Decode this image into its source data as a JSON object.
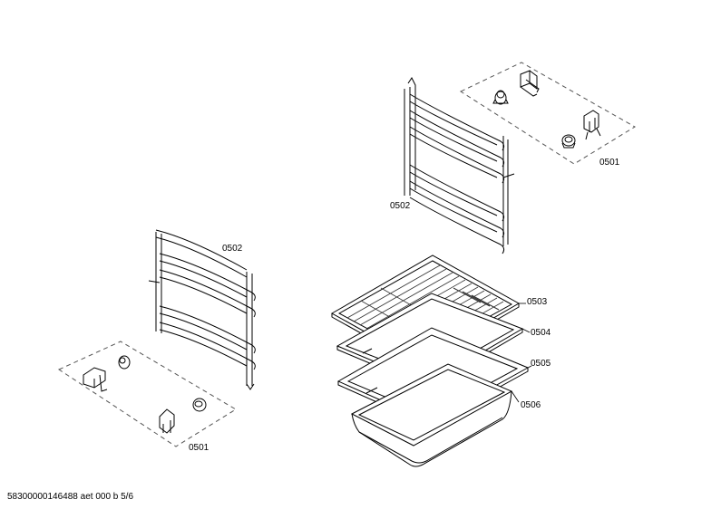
{
  "labels": {
    "rack_top": "0502",
    "clips_top": "0501",
    "rack_left": "0502",
    "clips_left": "0501",
    "wire_shelf": "0503",
    "baking_tray": "0504",
    "flat_tray": "0505",
    "roasting_pan": "0506"
  },
  "footer": {
    "document_code": "58300000146488 aet 000 b 5/6"
  }
}
